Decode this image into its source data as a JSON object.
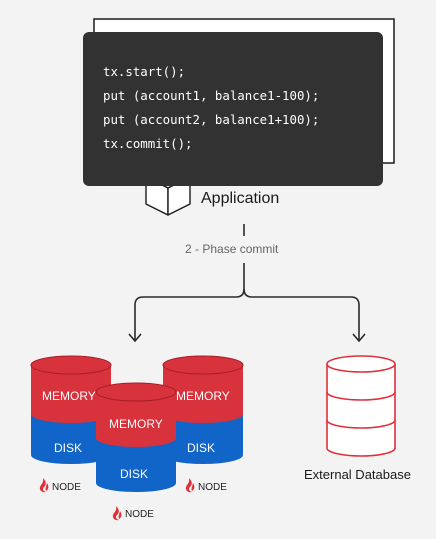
{
  "code": {
    "lines": [
      "tx.start();",
      "put (account1, balance1-100);",
      "put (account2, balance1+100);",
      "tx.commit();"
    ]
  },
  "application": {
    "label": "Application"
  },
  "commit": {
    "label": "2 - Phase commit"
  },
  "cluster": {
    "memory_label": "MEMORY",
    "disk_label": "DISK",
    "node_label": "NODE"
  },
  "external_db": {
    "label": "External Database"
  },
  "colors": {
    "memory": "#d8323c",
    "disk": "#1164c8",
    "code_bg": "#323232",
    "external_db_stroke": "#e0303a",
    "line": "#2a2a2a",
    "node_logo": "#e0303a"
  },
  "icons": {
    "application": "cube-icon",
    "node": "node-logo-icon",
    "external_db": "database-icon"
  }
}
